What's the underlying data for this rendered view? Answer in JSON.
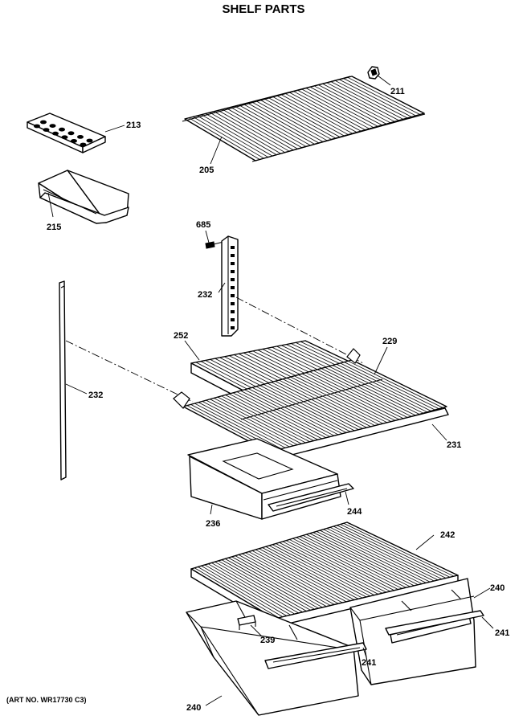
{
  "title": "SHELF PARTS",
  "art_number": "(ART NO. WR17730 C3)",
  "labels": {
    "p211": "211",
    "p213": "213",
    "p205": "205",
    "p215": "215",
    "p685": "685",
    "p232_upper": "232",
    "p232_left": "232",
    "p252": "252",
    "p229": "229",
    "p231": "231",
    "p236": "236",
    "p244": "244",
    "p242": "242",
    "p240_right": "240",
    "p241_right": "241",
    "p239": "239",
    "p241_left": "241",
    "p240_left": "240"
  }
}
